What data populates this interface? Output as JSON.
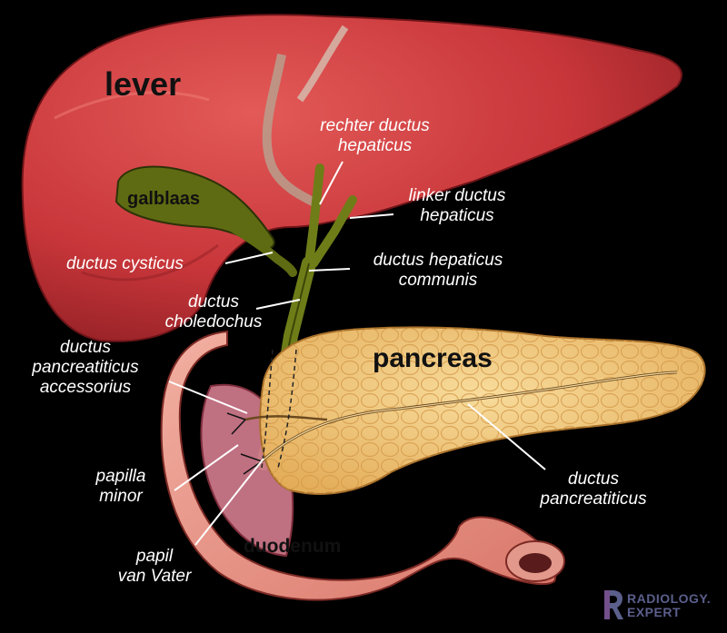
{
  "organs": {
    "liver": "lever",
    "gallbladder": "galblaas",
    "pancreas": "pancreas",
    "duodenum": "duodenum"
  },
  "labels": {
    "right_hepatic_1": "rechter ductus",
    "right_hepatic_2": "hepaticus",
    "left_hepatic_1": "linker ductus",
    "left_hepatic_2": "hepaticus",
    "cystic": "ductus cysticus",
    "common_hepatic_1": "ductus hepaticus",
    "common_hepatic_2": "communis",
    "choledochus_1": "ductus",
    "choledochus_2": "choledochus",
    "accessory_1": "ductus",
    "accessory_2": "pancreatiticus",
    "accessory_3": "accessorius",
    "papilla_minor_1": "papilla",
    "papilla_minor_2": "minor",
    "pancreatic_1": "ductus",
    "pancreatic_2": "pancreatiticus",
    "vater_1": "papil",
    "vater_2": "van Vater"
  },
  "logo": {
    "line1": "RADIOLOGY.",
    "line2": "EXPERT",
    "color": "#5b5f8c"
  },
  "colors": {
    "background": "#000000",
    "liver": "#c9393c",
    "gallbladder": "#5f6b12",
    "bile_duct": "#6f7d18",
    "pancreas": "#f0c77a",
    "duodenum": "#e99a8c"
  }
}
